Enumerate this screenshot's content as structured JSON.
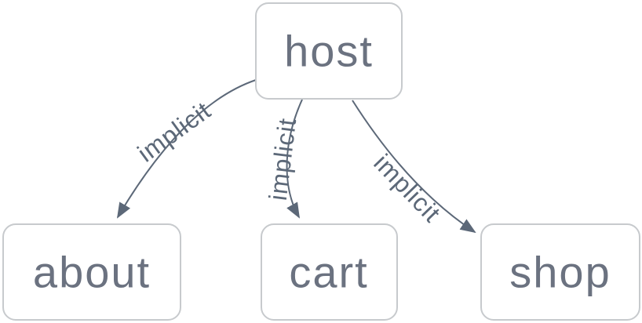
{
  "diagram": {
    "type": "dependency-graph",
    "colors": {
      "background": "#ffffff",
      "node_fill": "#ffffff",
      "node_border": "#c7cacd",
      "node_text": "#6b7280",
      "edge": "#5c6878",
      "edge_label_text": "#5c6878"
    },
    "nodes": [
      {
        "id": "host",
        "label": "host"
      },
      {
        "id": "about",
        "label": "about"
      },
      {
        "id": "cart",
        "label": "cart"
      },
      {
        "id": "shop",
        "label": "shop"
      }
    ],
    "edges": [
      {
        "from": "host",
        "to": "about",
        "label": "implicit"
      },
      {
        "from": "host",
        "to": "cart",
        "label": "implicit"
      },
      {
        "from": "host",
        "to": "shop",
        "label": "implicit"
      }
    ]
  }
}
